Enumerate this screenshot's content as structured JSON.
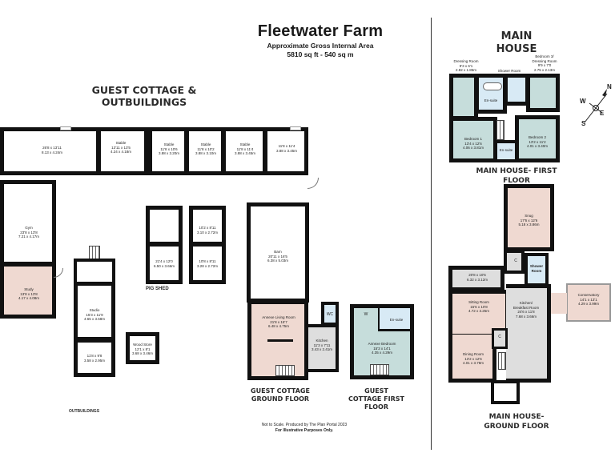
{
  "header": {
    "title": "Fleetwater Farm",
    "subtitle_line1": "Approximate Gross Internal Area",
    "subtitle_line2": "5810 sq ft - 540 sq m"
  },
  "sections": {
    "guest_cottage_outbuildings": "GUEST COTTAGE &\nOUTBUILDINGS",
    "main_house": "MAIN\nHOUSE",
    "main_house_first_floor": "MAIN HOUSE- FIRST\nFLOOR",
    "main_house_ground_floor": "MAIN HOUSE-\nGROUND FLOOR",
    "guest_cottage_ground_floor": "GUEST COTTAGE\nGROUND FLOOR",
    "guest_cottage_first_floor": "GUEST\nCOTTAGE FIRST\nFLOOR",
    "pig_shed": "PIG SHED",
    "outbuildings": "OUTBUILDINGS"
  },
  "rooms": {
    "outbuilding_large": "26'8 x 13'11\n8.13 x 4.24m",
    "stable_1": "Stable\n13'11 x 13'5\n4.24 x 4.18m",
    "stable_2": "Stable\n11'8 x 10'6\n3.88 x 3.20m",
    "stable_3": "Stable\n11'8 x 10'2\n3.88 x 3.10m",
    "stable_4": "Stable\n11'8 x 11'4\n3.88 x 3.45m",
    "store_end": "11'8 x 11'4\n3.88 x 3.45m",
    "gym": "Gym\n23'8 x 13'8\n7.21 x 4.17m",
    "study": "Study\n13'8 x 13'8\n4.17 x 4.08m",
    "studio": "Studio\n15'3 x 11'9\n4.65 x 3.58m",
    "studio_room": "11'8 x 9'8\n3.58 x 2.95m",
    "wood_store": "Wood Store\n12'1 x 8'1\n3.68 x 3.46m",
    "pig_1": "10'2 x 8'11\n3.10 x 2.72m",
    "pig_2": "21'4 x 12'0\n6.50 x 3.66m",
    "pig_3": "10'8 x 8'11\n3.28 x 2.72m",
    "barn": "Barn\n20'11 x 16'5\n6.38 x 5.03m",
    "annexe_living": "Annexe Living Room\n21'8 x 15'7\n6.48 x 4.75m",
    "annexe_wc": "WC",
    "annexe_kitchen": "Kitchen\n11'3 x 7'11\n3.43 x 2.41m",
    "annexe_bedroom": "Annexe Bedroom\n15'3 x 14'1\n4.35 x 4.29m",
    "annexe_ensuite": "En-suite",
    "annexe_w": "W",
    "dressing_room": "Dressing Room\n9'3 x 6'1\n2.82 x 1.85m",
    "shower_room_ff": "Shower Room",
    "bedroom3": "Bedroom 3/\nDressing Room\n9'9 x 7'0\n2.75 x 2.13m",
    "ensuite_ff": "En-suite",
    "bedroom1": "Bedroom 1\n13'4 x 12'6\n4.06 x 3.81m",
    "bedroom2": "Bedroom 2\n13'2 x 11'2\n4.01 x 3.40m",
    "ensuite_ff2": "En-suite",
    "snug": "Snug\n17'6 x 12'6\n5.18 x 3.86m",
    "utility": "20'8 x 10'5\n6.32 x 3.12m",
    "shower_room_gf": "Shower\nRoom",
    "cupboard_gf": "C",
    "sitting_room": "Sitting Room\n15'6 x 10'8\n4.72 x 3.25m",
    "kitchen_breakfast": "Kitchen/\nBreakfast Room\n24'6 x 11'8\n7.68 x 3.66m",
    "conservatory": "Conservatory\n14'1 x 13'1\n4.29 x 3.99m",
    "dining_room": "Dining Room\n13'2 x 12'6\n4.01 x 3.78m",
    "cupboard_gf2": "C"
  },
  "compass": {
    "n": "N",
    "e": "E",
    "s": "S",
    "w": "W"
  },
  "footnote": {
    "line1": "Not to Scale. Produced by The Plan Portal 2023",
    "line2": "For Illustrative Purposes Only."
  },
  "colors": {
    "wall": "#111111",
    "pink_room": "#efd9d1",
    "blue_room": "#d8eaf5",
    "green_room": "#c6dddb",
    "grey_room": "#dedede"
  }
}
